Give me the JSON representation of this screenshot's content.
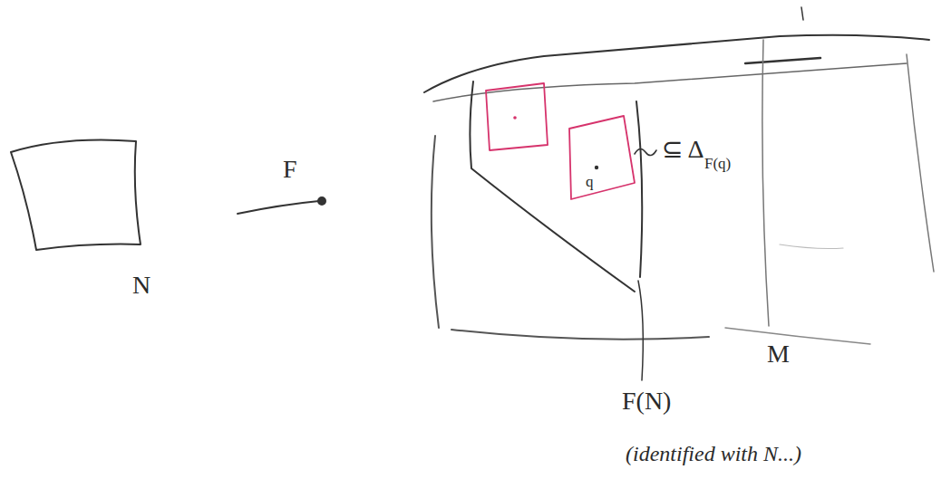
{
  "diagram": {
    "labels": [
      "N",
      "F",
      "M",
      "q",
      "⊆ Δ",
      "F(q)",
      "F(N)",
      "(identified with N...)"
    ]
  }
}
